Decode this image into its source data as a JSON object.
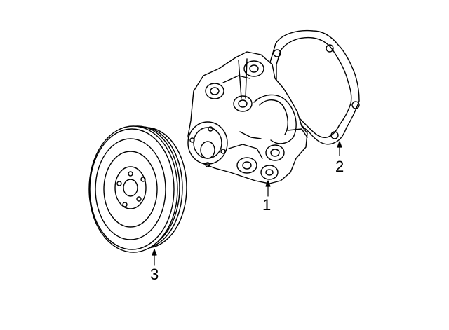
{
  "callouts": [
    {
      "label": "1",
      "part": "water-pump"
    },
    {
      "label": "2",
      "part": "gasket"
    },
    {
      "label": "3",
      "part": "pulley"
    }
  ],
  "colors": {
    "line": "#000000",
    "background": "#ffffff"
  }
}
